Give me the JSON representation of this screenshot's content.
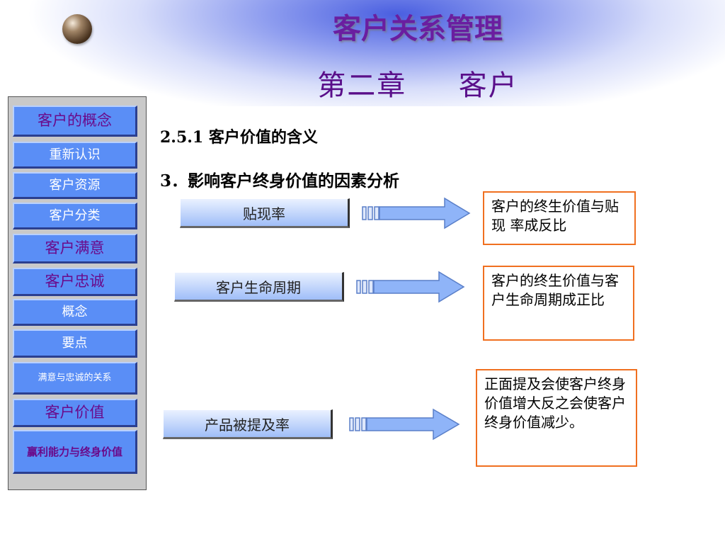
{
  "header": {
    "title": "客户关系管理",
    "subtitle": "第二章     客户"
  },
  "sidebar": {
    "items": [
      {
        "label": "客户的概念",
        "style": "major"
      },
      {
        "label": "重新认识",
        "style": "minor"
      },
      {
        "label": "客户资源",
        "style": "minor"
      },
      {
        "label": "客户分类",
        "style": "minor"
      },
      {
        "label": "客户满意",
        "style": "major"
      },
      {
        "label": "客户忠诚",
        "style": "major"
      },
      {
        "label": "概念",
        "style": "minor"
      },
      {
        "label": "要点",
        "style": "minor"
      },
      {
        "label": "满意与忠诚的关系",
        "style": "small"
      },
      {
        "label": "客户价值",
        "style": "major"
      },
      {
        "label": "赢利能力与终身价值",
        "style": "two"
      }
    ]
  },
  "content": {
    "section": "2.5.1 客户价值的含义",
    "subsection": "3．影响客户终身价值的因素分析",
    "factors": [
      {
        "label": "贴现率",
        "result": "客户的终生价值与贴现 率成反比"
      },
      {
        "label": "客户生命周期",
        "result": "客户的终生价值与客户生命周期成正比"
      },
      {
        "label": "产品被提及率",
        "result": "正面提及会使客户终身价值增大反之会使客户终身价值减少。"
      }
    ]
  },
  "colors": {
    "button_blue": "#5a8ef6",
    "title_purple": "#6a1ea0",
    "result_border": "#f07020",
    "arrow_fill": "#8fb4f8"
  }
}
